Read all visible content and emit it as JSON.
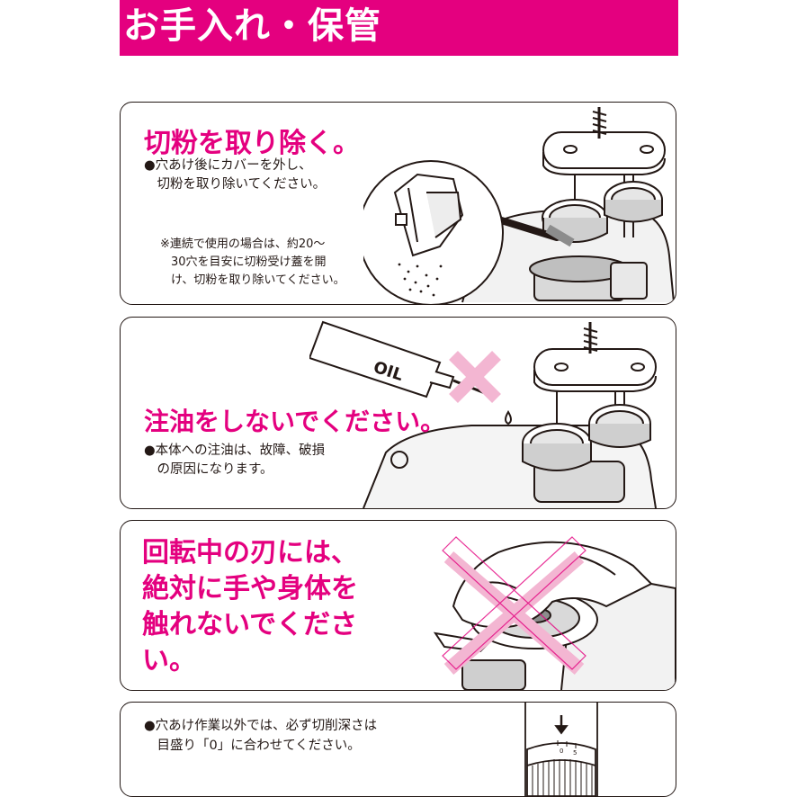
{
  "header": {
    "title": "お手入れ・保管"
  },
  "colors": {
    "accent": "#e4007f",
    "ink": "#231815",
    "cross": "#f3b6d2"
  },
  "sections": [
    {
      "heading": "切粉を取り除く。",
      "body": [
        "●穴あけ後にカバーを外し、",
        "　切粉を取り除いてください。"
      ],
      "note": [
        "※連続で使用の場合は、約20～",
        "30穴を目安に切粉受け蓋を開",
        "け、切粉を取り除いてください。"
      ],
      "illustration": "chip-removal-brush-illustration"
    },
    {
      "heading": "注油をしないでください。",
      "body": [
        "●本体への注油は、故障、破損",
        "　の原因になります。"
      ],
      "oil_label": "OIL",
      "illustration": "no-oiling-illustration"
    },
    {
      "heading_lines": [
        "回転中の刃には、",
        "絶対に手や身体を",
        "触れないでくださ",
        "い。"
      ],
      "illustration": "no-touch-blade-illustration"
    },
    {
      "body": [
        "●穴あけ作業以外では、必ず切削深さは",
        "　目盛り「0」に合わせてください。"
      ],
      "scale_numbers": [
        "0",
        "5"
      ],
      "illustration": "depth-dial-illustration"
    }
  ]
}
